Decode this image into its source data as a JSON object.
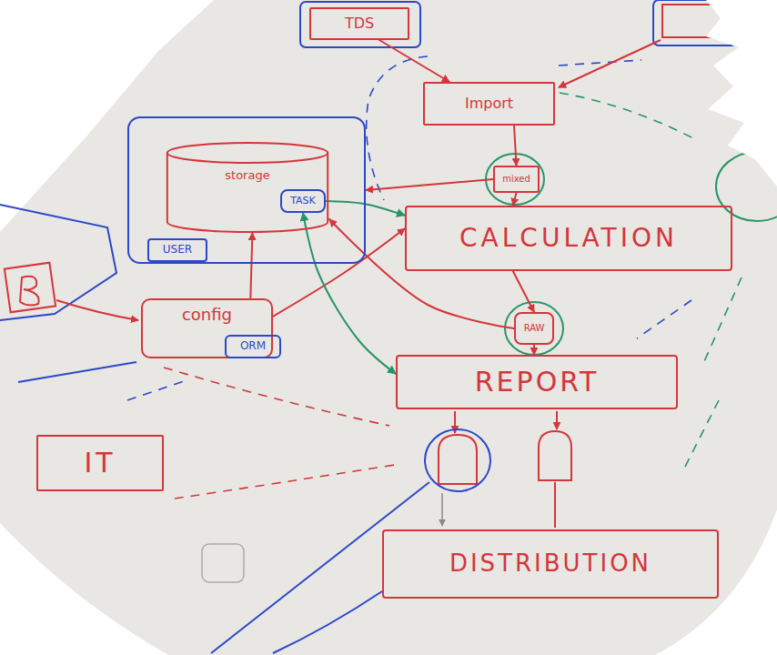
{
  "diagram": {
    "nodes": [
      {
        "text": [
          "TDS"
        ]
      },
      {
        "text": []
      },
      {
        "text": [
          "storage"
        ],
        "in": 1
      },
      {
        "text": [
          "TASK"
        ],
        "in": 2
      },
      {
        "text": [
          "USER"
        ],
        "in": 1
      },
      {
        "text": [
          "Import"
        ]
      },
      {
        "text": [
          "mixed"
        ]
      },
      {
        "text": [
          "CALCULATION"
        ]
      },
      {
        "text": [
          "config"
        ]
      },
      {
        "text": [
          "ORM"
        ],
        "in": 8
      },
      {
        "text": [
          "RAW"
        ]
      },
      {
        "text": [
          "REPORT"
        ]
      },
      {
        "text": [
          "DISTRIBUTION"
        ]
      },
      {
        "text": [
          "IT"
        ]
      }
    ],
    "edges": [
      {
        "from": 0,
        "to": 5,
        "arrow": "to"
      },
      {
        "from": 5,
        "to": 6,
        "arrow": "to"
      },
      {
        "from": 6,
        "to": 7,
        "arrow": "to"
      },
      {
        "from": 6,
        "to": 1,
        "arrow": "to"
      },
      {
        "from": 7,
        "to": 10,
        "arrow": "to"
      },
      {
        "from": 10,
        "to": 2,
        "arrow": "to"
      },
      {
        "from": 10,
        "to": 11,
        "arrow": "to"
      },
      {
        "from": 8,
        "to": 2,
        "arrow": "to"
      },
      {
        "from": 8,
        "to": 7,
        "arrow": "to"
      },
      {
        "from": 3,
        "to": 7,
        "arrow": "to"
      },
      {
        "from": 3,
        "to": 11,
        "arrow": "both"
      }
    ]
  }
}
